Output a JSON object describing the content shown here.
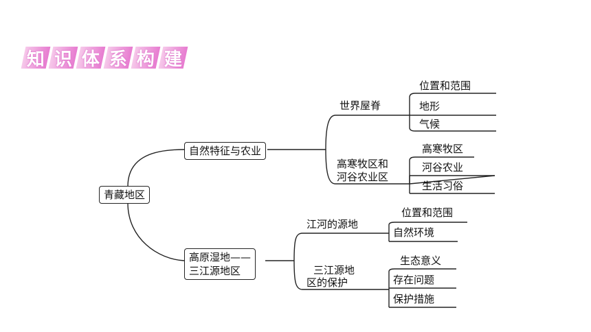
{
  "banner": {
    "chars": [
      "知",
      "识",
      "体",
      "系",
      "构",
      "建"
    ]
  },
  "root": "青藏地区",
  "branch1": {
    "label": "自然特征与农业",
    "sub1": {
      "label": "世界屋脊",
      "items": [
        "位置和范围",
        "地形",
        "气候"
      ]
    },
    "sub2": {
      "label_line1": "高寒牧区和",
      "label_line2": "河谷农业区",
      "items": [
        "高寒牧区",
        "河谷农业",
        "生活习俗"
      ]
    }
  },
  "branch2": {
    "label_line1": "高原湿地——",
    "label_line2": "三江源地区",
    "sub1": {
      "label": "江河的源地",
      "items": [
        "位置和范围",
        "自然环境"
      ]
    },
    "sub2": {
      "label_line1": "三江源地",
      "label_line2": "区的保护",
      "items": [
        "生态意义",
        "存在问题",
        "保护措施"
      ]
    }
  }
}
